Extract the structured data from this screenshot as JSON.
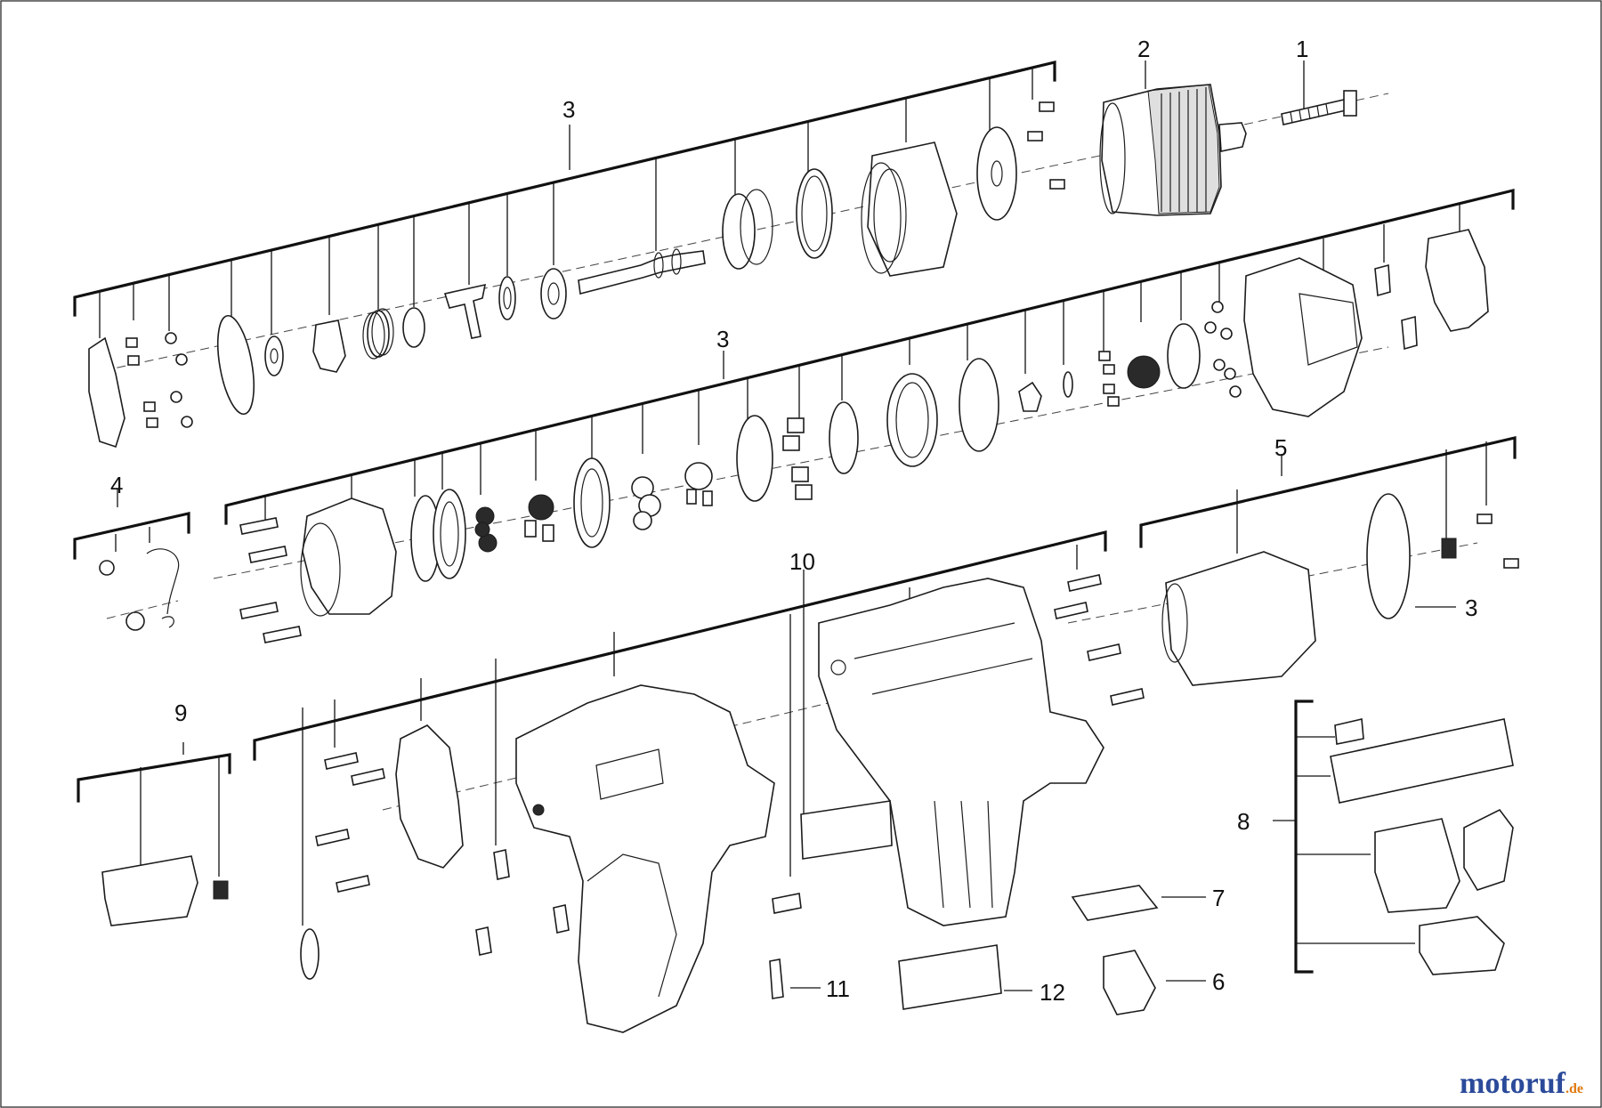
{
  "diagram": {
    "callouts": {
      "c1": "1",
      "c2": "2",
      "c3a": "3",
      "c3b": "3",
      "c3c": "3",
      "c4": "4",
      "c5": "5",
      "c6": "6",
      "c7": "7",
      "c8": "8",
      "c9": "9",
      "c10": "10",
      "c11": "11",
      "c12": "12"
    },
    "watermark": {
      "brand": "motoruf",
      "suffix": ".de"
    },
    "colors": {
      "line": "#1c1c1c",
      "watermark_blue": "#2b4a9a",
      "watermark_orange": "#e07a10"
    }
  }
}
